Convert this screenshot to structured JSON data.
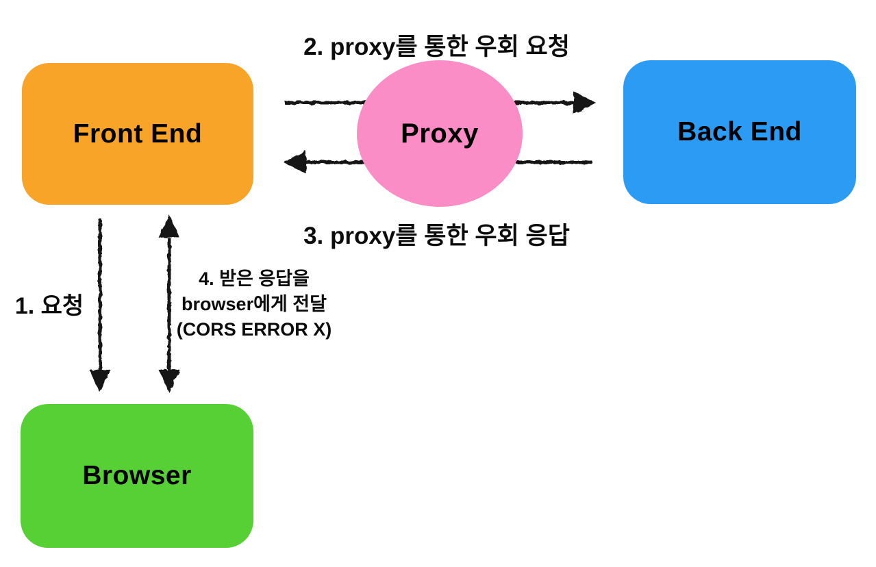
{
  "diagram": {
    "background": "#ffffff",
    "arrow_color": "#161616",
    "nodes": [
      {
        "id": "front-end",
        "label": "Front End",
        "shape": "rounded-rect",
        "color": "#F7A428"
      },
      {
        "id": "proxy",
        "label": "Proxy",
        "shape": "ellipse",
        "color": "#FB8DC6"
      },
      {
        "id": "back-end",
        "label": "Back End",
        "shape": "rounded-rect",
        "color": "#2B9BF4"
      },
      {
        "id": "browser",
        "label": "Browser",
        "shape": "rounded-rect",
        "color": "#57D035"
      }
    ],
    "edges": [
      {
        "id": "step1",
        "label": "1. 요청",
        "from": "front-end",
        "to": "browser",
        "heads": [
          "down"
        ]
      },
      {
        "id": "step2",
        "label": "2. proxy를 통한 우회 요청",
        "from": "front-end",
        "to": "back-end",
        "via": "proxy",
        "heads": [
          "right"
        ]
      },
      {
        "id": "step3",
        "label": "3. proxy를 통한 우회 응답",
        "from": "back-end",
        "to": "front-end",
        "via": "proxy",
        "heads": [
          "left"
        ]
      },
      {
        "id": "step4",
        "label_lines": [
          "4. 받은 응답을",
          "browser에게 전달",
          "(CORS ERROR X)"
        ],
        "from": "front-end",
        "to": "browser",
        "heads": [
          "up",
          "down"
        ]
      }
    ]
  }
}
